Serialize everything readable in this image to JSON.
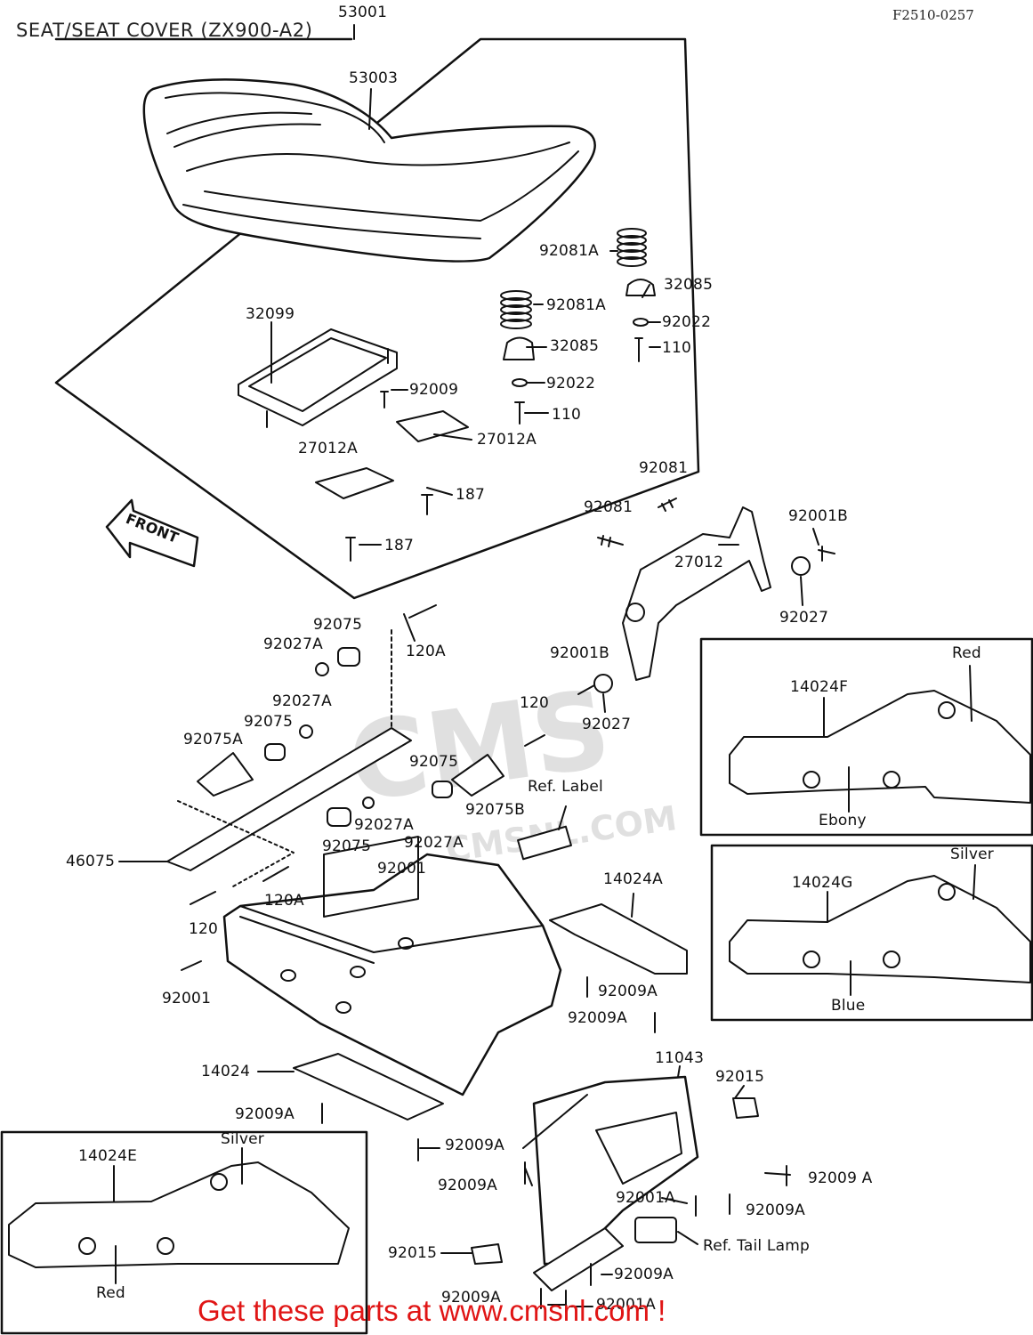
{
  "header": {
    "title": "SEAT/SEAT COVER (ZX900-A2)",
    "diagram_code": "F2510-0257"
  },
  "watermark": {
    "primary": "CMS",
    "secondary": "CMSNL.COM"
  },
  "direction_arrow": "FRONT",
  "parts": {
    "p53001": "53001",
    "p53003": "53003",
    "p92081A_a": "92081A",
    "p92081A_b": "92081A",
    "p32085_a": "32085",
    "p32085_b": "32085",
    "p92022_a": "92022",
    "p92022_b": "92022",
    "p110_a": "110",
    "p110_b": "110",
    "p32099": "32099",
    "p92009": "92009",
    "p27012A_a": "27012A",
    "p27012A_b": "27012A",
    "p187_a": "187",
    "p187_b": "187",
    "p92081_a": "92081",
    "p92081_b": "92081",
    "p92001B_a": "92001B",
    "p92001B_b": "92001B",
    "p27012": "27012",
    "p92027_a": "92027",
    "p92027_b": "92027",
    "p92075_a": "92075",
    "p92027A_a": "92027A",
    "p120A_a": "120A",
    "p92027A_b": "92027A",
    "p92075_b": "92075",
    "p92075A": "92075A",
    "p120_a": "120",
    "p92075_c": "92075",
    "p92075B": "92075B",
    "ref_label": "Ref. Label",
    "p92027A_c": "92027A",
    "p92075_d": "92075",
    "p92027A_d": "92027A",
    "p92001_a": "92001",
    "p46075": "46075",
    "p120A_b": "120A",
    "p120_b": "120",
    "p14024A": "14024A",
    "p92001_b": "92001",
    "p92009A_a": "92009A",
    "p92009A_b": "92009A",
    "p14024": "14024",
    "p11043": "11043",
    "p92015_a": "92015",
    "p92009A_c": "92009A",
    "p92009A_d": "92009A",
    "p92009A_e": "92009A",
    "p92009A_f": "92009 A",
    "p92001A_a": "92001A",
    "p92009A_g": "92009A",
    "ref_tail_lamp": "Ref. Tail Lamp",
    "p92015_b": "92015",
    "p92009A_h": "92009A",
    "p92009A_i": "92009A",
    "p92001A_b": "92001A"
  },
  "insets": {
    "inset_f": {
      "part": "14024F",
      "top_color": "Red",
      "bottom_color": "Ebony"
    },
    "inset_g": {
      "part": "14024G",
      "top_color": "Silver",
      "bottom_color": "Blue"
    },
    "inset_e": {
      "part": "14024E",
      "top_color": "Silver",
      "bottom_color": "Red"
    }
  },
  "footer": {
    "promo": "Get these parts at www.cmsnl.com !"
  },
  "colors": {
    "ink": "#111111",
    "promo": "#e01515",
    "watermark": "#d9d9d9"
  }
}
